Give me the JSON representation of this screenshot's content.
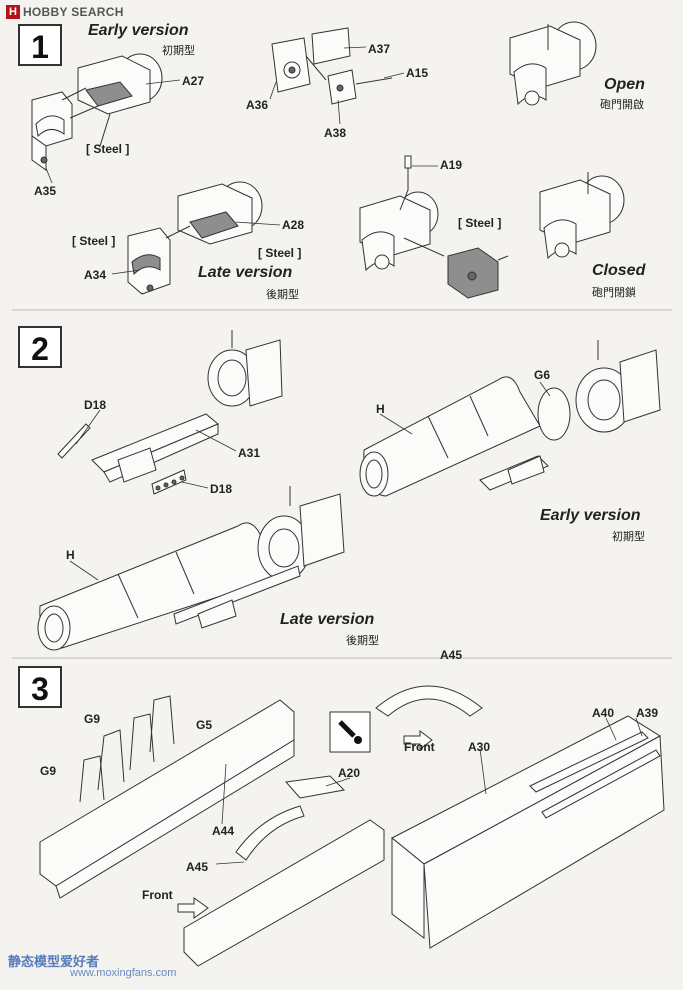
{
  "brand": {
    "logo_mark": "H",
    "logo_text": "HOBBY SEARCH"
  },
  "steps": {
    "s1": "1",
    "s2": "2",
    "s3": "3"
  },
  "step1": {
    "early": "Early version",
    "early_cn": "初期型",
    "late": "Late version",
    "late_cn": "後期型",
    "open": "Open",
    "open_cn": "砲門開啟",
    "closed": "Closed",
    "closed_cn": "砲門閉鎖",
    "a27": "A27",
    "a35": "A35",
    "a37": "A37",
    "a36": "A36",
    "a15": "A15",
    "a38": "A38",
    "a28": "A28",
    "a34": "A34",
    "a19": "A19",
    "steel1": "[ Steel ]",
    "steel2": "[ Steel ]",
    "steel3": "[ Steel ]",
    "steel4": "[ Steel ]"
  },
  "step2": {
    "d18a": "D18",
    "a31": "A31",
    "d18b": "D18",
    "h1": "H",
    "g6": "G6",
    "h2": "H",
    "early": "Early version",
    "early_cn": "初期型",
    "late": "Late version",
    "late_cn": "後期型"
  },
  "step3": {
    "g9a": "G9",
    "g5": "G5",
    "g9b": "G9",
    "a44": "A44",
    "a45a": "A45",
    "front1": "Front",
    "a20": "A20",
    "a45b": "A45",
    "front2": "Front",
    "a30": "A30",
    "a40": "A40",
    "a39": "A39"
  },
  "watermark": {
    "cn": "静态模型爱好者",
    "url": "www.moxingfans.com"
  }
}
